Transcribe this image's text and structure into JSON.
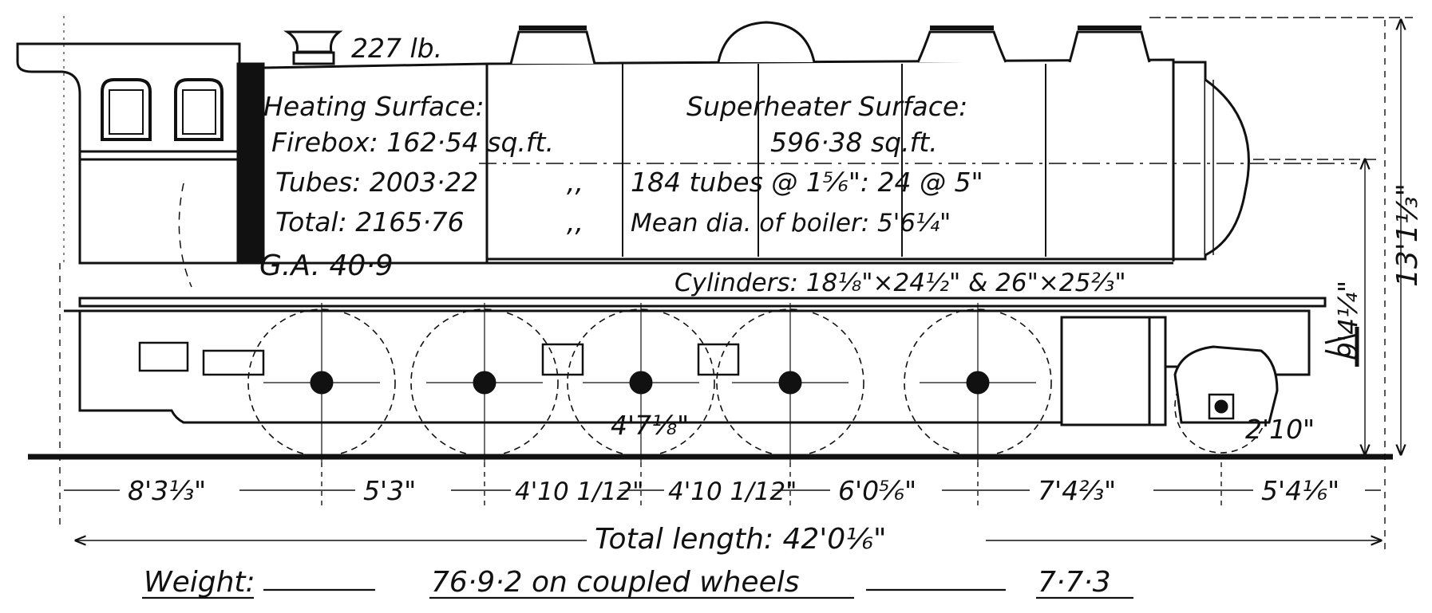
{
  "safety_valve_pressure": "227 lb.",
  "heating_surface": {
    "heading": "Heating Surface:",
    "firebox": "Firebox: 162·54 sq.ft.",
    "tubes": "Tubes: 2003·22",
    "tubes_ditto": ",,",
    "total": "Total:  2165·76",
    "total_ditto": ",,",
    "grate_area": "G.A. 40·9"
  },
  "superheater": {
    "heading": "Superheater Surface:",
    "area": "596·38 sq.ft.",
    "tubes": "184 tubes @ 1⅚\": 24 @ 5\"",
    "boiler_diameter": "Mean dia. of boiler: 5'6¼\""
  },
  "cylinders": "Cylinders: 18⅛\"×24½\" & 26\"×25⅔\"",
  "coupled_wheel_diameter": "4'7⅛\"",
  "trailing_wheel_diameter": "2'10\"",
  "boiler_centre_height": "9'4¼\"",
  "overall_height": "13'1⅓\"",
  "spacings": [
    "8'3⅓\"",
    "5'3\"",
    "4'10 1/12\"",
    "4'10 1/12\"",
    "6'0⅚\"",
    "7'4⅔\"",
    "5'4⅙\""
  ],
  "total_length": "Total length: 42'0⅙\"",
  "weight": {
    "label": "Weight:",
    "coupled": "76·9·2 on coupled wheels",
    "trailing": "7·7·3"
  }
}
